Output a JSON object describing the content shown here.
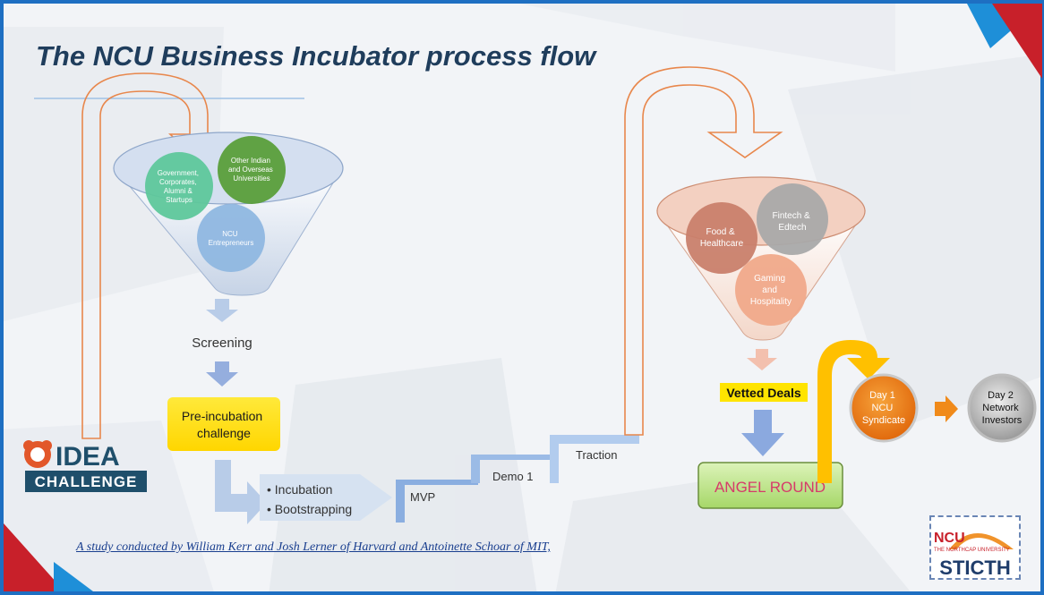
{
  "slide": {
    "title": "The NCU Business Incubator process flow",
    "footer": "A study conducted by William Kerr and Josh Lerner of Harvard and Antoinette Schoar of MIT,"
  },
  "funnel_left": {
    "circles": [
      {
        "lines": [
          "Government,",
          "Corporates,",
          "Alumni &",
          "Startups"
        ],
        "color": "#5ec79b"
      },
      {
        "lines": [
          "Other Indian",
          "and Overseas",
          "Universities"
        ],
        "color": "#5a9e3a"
      },
      {
        "lines": [
          "NCU",
          "Entrepreneurs"
        ],
        "color": "#8fb7e0"
      }
    ]
  },
  "funnel_right": {
    "circles": [
      {
        "lines": [
          "Food &",
          "Healthcare"
        ],
        "color": "#c9806c"
      },
      {
        "lines": [
          "Fintech &",
          "Edtech"
        ],
        "color": "#a9a9a9"
      },
      {
        "lines": [
          "Gaming",
          "and",
          "Hospitality"
        ],
        "color": "#f0a98a"
      }
    ]
  },
  "flow": {
    "screening": "Screening",
    "pre_incubation": [
      "Pre-incubation",
      "challenge"
    ],
    "incubation_items": [
      "• Incubation",
      "• Bootstrapping"
    ],
    "steps": [
      "MVP",
      "Demo 1",
      "Traction"
    ],
    "vetted_deals": "Vetted Deals",
    "angel_round": "ANGEL ROUND",
    "day1": [
      "Day 1",
      "NCU",
      "Syndicate"
    ],
    "day2": [
      "Day 2",
      "Network",
      "Investors"
    ]
  },
  "logos": {
    "idea_top": "IDEA",
    "idea_bottom": "CHALLENGE",
    "ncu_top": "NCU",
    "ncu_sub": "THE NORTHCAP UNIVERSITY",
    "ncu_bottom": "STICTH"
  },
  "colors": {
    "frame_blue": "#1e6fc2",
    "title_navy": "#1f3d5c",
    "orange_outline": "#e8874c",
    "yellow_highlight": "#ffe400",
    "angel_green": "#b9e27a",
    "day1_orange": "#f08a1a"
  }
}
